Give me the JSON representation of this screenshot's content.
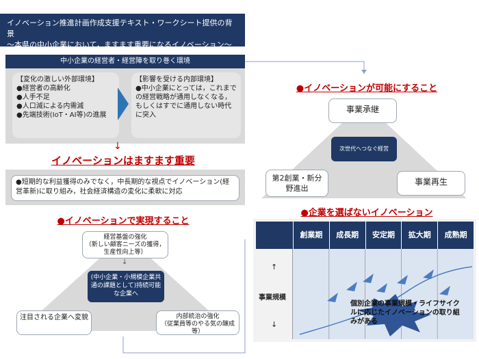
{
  "header": {
    "line1": "イノベーション推進計画作成支援テキスト・ワークシート提供の背景",
    "line2": "～本県の中小企業において，ますます重要になるイノベーション～"
  },
  "environment": {
    "bar_title": "中小企業の経営者・経営陣を取り巻く環境",
    "external": {
      "title": "【変化の激しい外部環境】",
      "items": [
        "●経営者の高齢化",
        "●人手不足",
        "●人口減による内需減",
        "●先端技術(IoT・AI等)の進展"
      ]
    },
    "internal": {
      "title": "【影響を受ける内部環境】",
      "text": "●中小企業にとっては，これまでの経営戦略が通用しなくなる，もしくはすでに通用しない時代に突入"
    }
  },
  "down_arrow": "↓",
  "important_heading": "イノベーションはますます重要",
  "important_text": "●短期的な利益獲得のみでなく，中長期的な視点でイノベーション(経営革新)に取り組み，社会経済構造の変化に柔軟に対応",
  "realize": {
    "heading": "●イノベーションで実現すること",
    "top": "経営基盤の強化\n（新しい顧客ニーズの獲得，生産性向上等）",
    "center": "(中小企業・小規模企業共通の課題として)持続可能な企業へ",
    "left": "注目される企業へ変貌",
    "right": "内部統治の強化\n（従業員等のやる気の醸成　等）"
  },
  "possible": {
    "heading": "●イノベーションが可能にすること",
    "top": "事業承継",
    "center": "次世代へつなぐ経営",
    "left": "第2創業・新分野進出",
    "right": "事業再生"
  },
  "any": {
    "heading": "●企業を選ばないイノベーション",
    "columns": [
      "創業期",
      "成長期",
      "安定期",
      "拡大期",
      "成熟期"
    ],
    "row_label": "事業規模",
    "up": "↑",
    "down": "↓",
    "burst_text": "個別企業の事業規模・ライフサイクルに応じたイノベーションの取り組みがある"
  },
  "colors": {
    "navy": "#1f3864",
    "red": "#c00000",
    "blue": "#2e74b5",
    "grey": "#d9d9d9"
  }
}
